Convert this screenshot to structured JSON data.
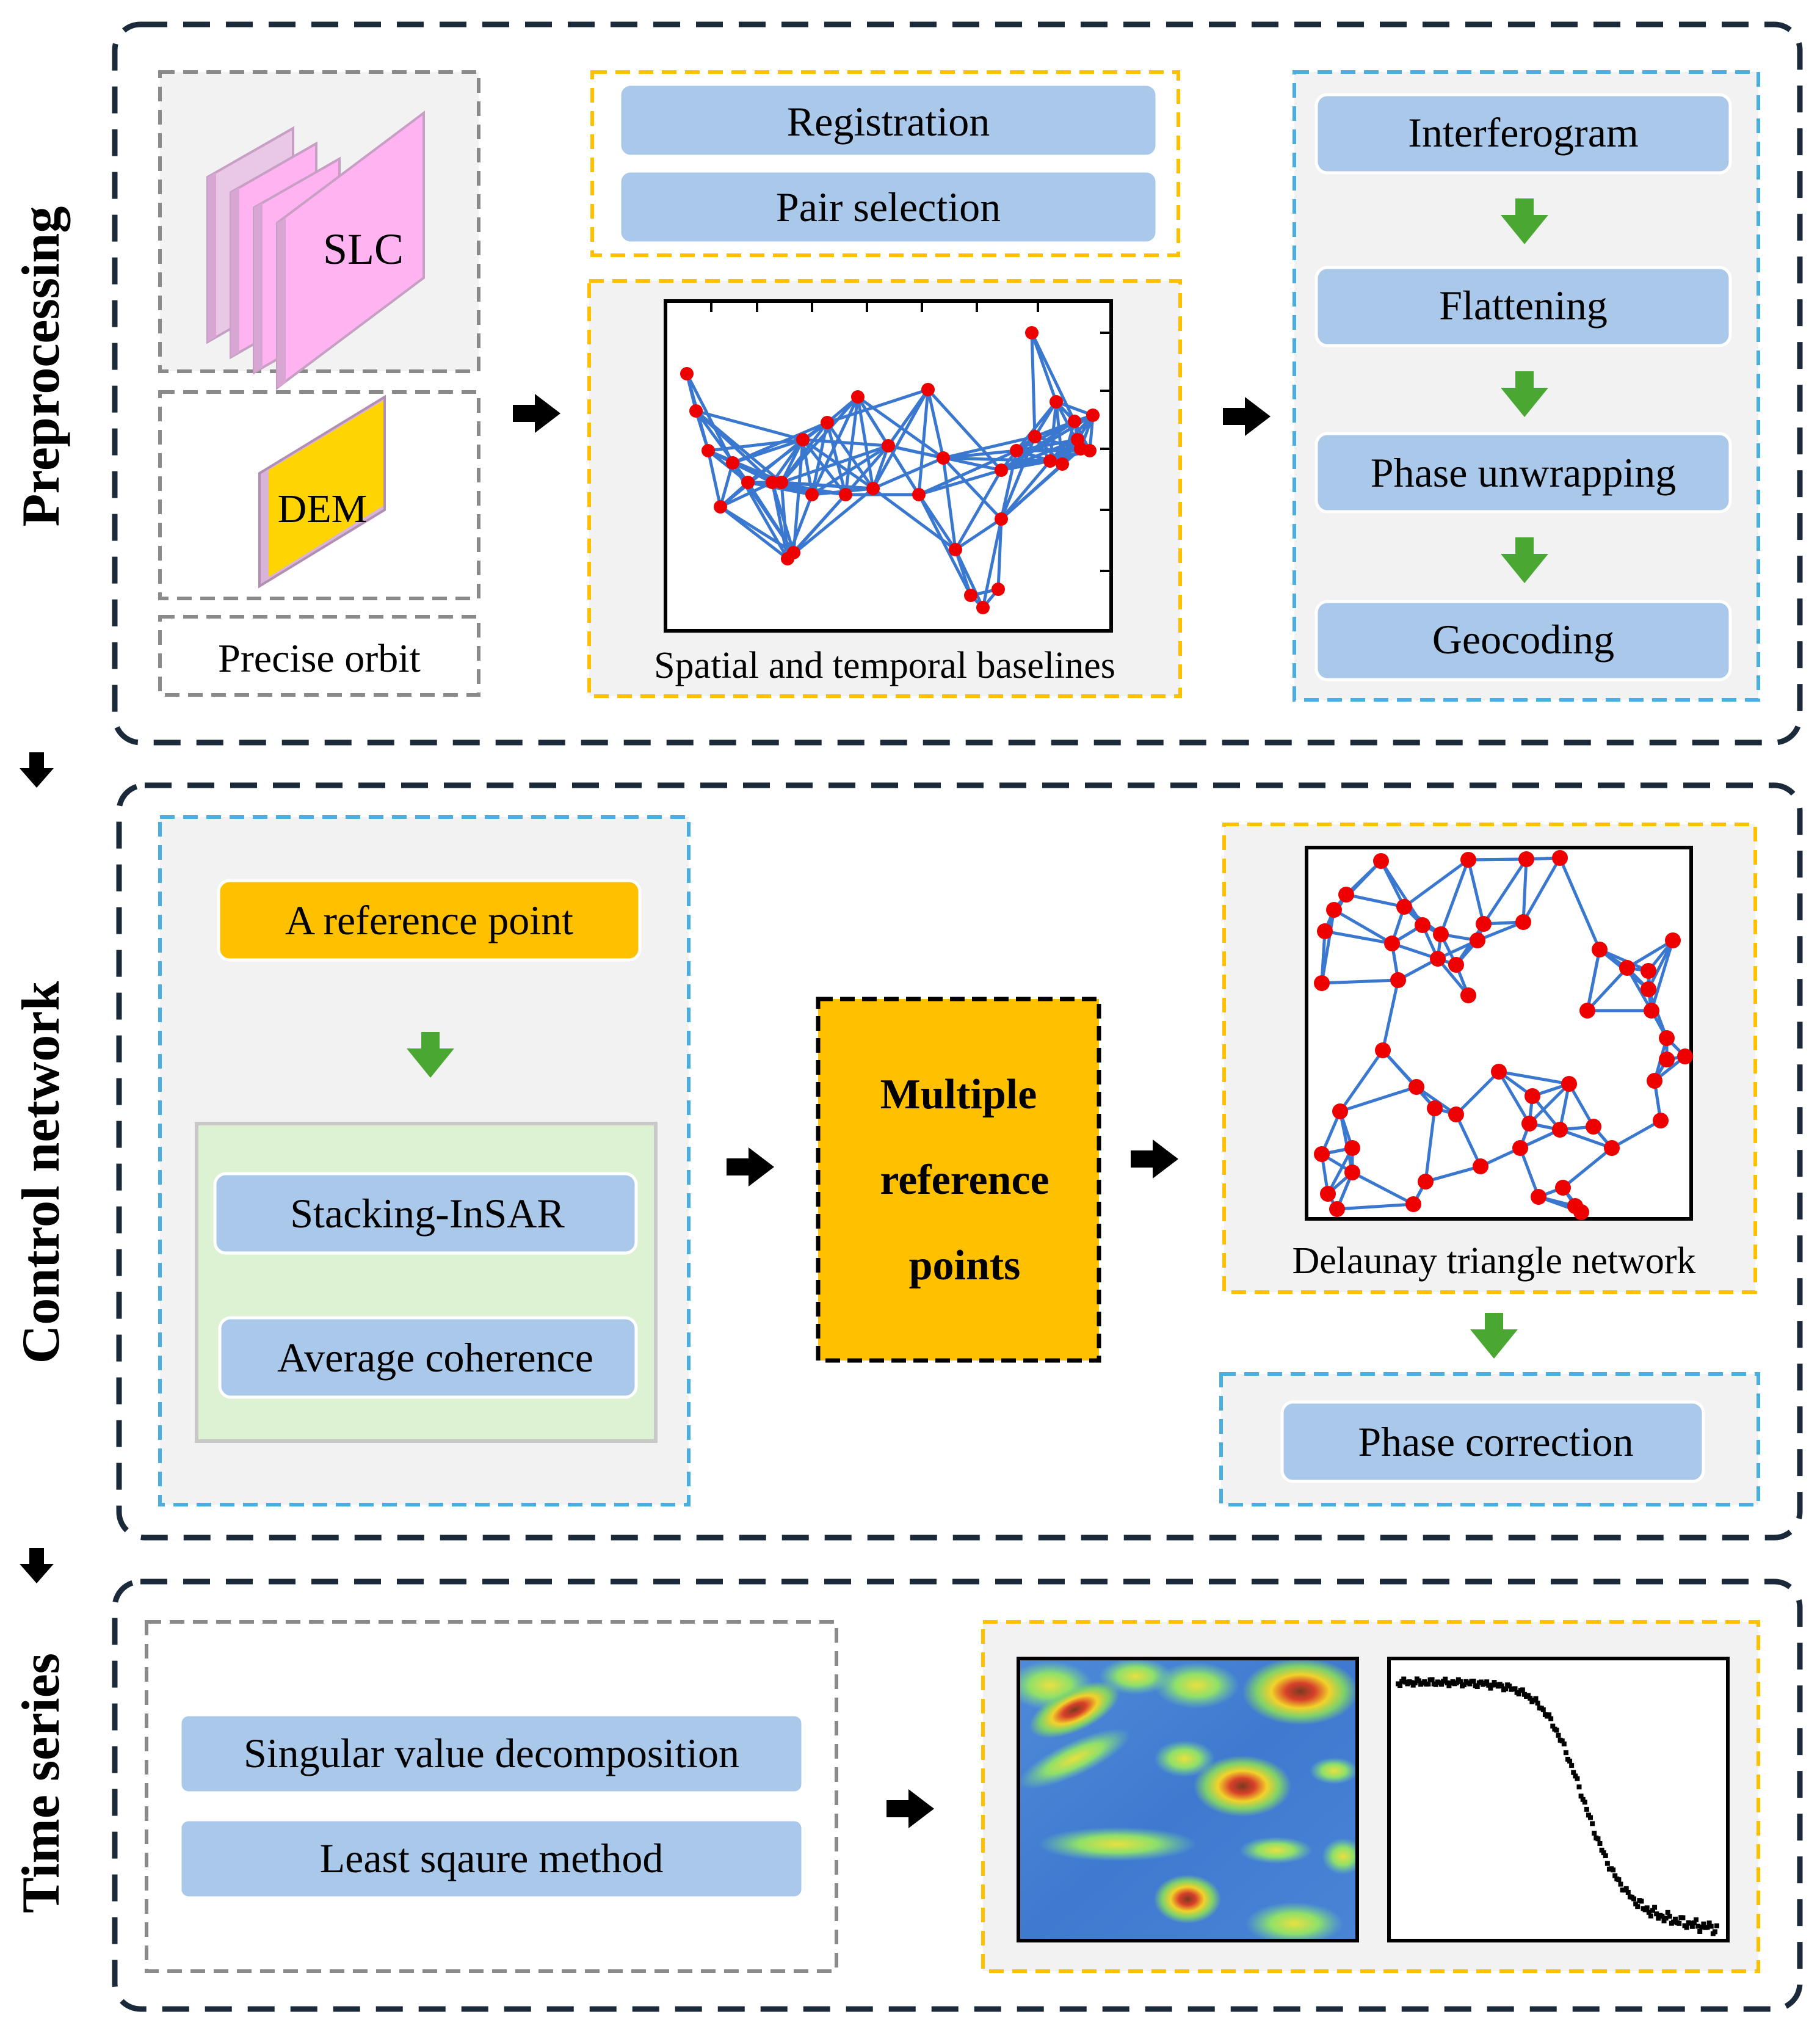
{
  "sections": {
    "preprocessing": "Preprocessing",
    "control_network": "Control network",
    "time_series": "Time series"
  },
  "inputs": {
    "slc": "SLC",
    "dem": "DEM",
    "precise_orbit": "Precise orbit"
  },
  "preprocessing": {
    "registration": "Registration",
    "pair_selection": "Pair selection",
    "baseline_caption": "Spatial and temporal baselines",
    "steps": [
      "Interferogram",
      "Flattening",
      "Phase unwrapping",
      "Geocoding"
    ]
  },
  "control_network": {
    "reference_point": "A reference point",
    "stacking": "Stacking-InSAR",
    "coherence": "Average coherence",
    "multiple_ref": [
      "Multiple",
      "reference",
      "points"
    ],
    "delaunay_caption": "Delaunay triangle network",
    "phase_correction": "Phase correction"
  },
  "time_series": {
    "svd": "Singular value decomposition",
    "lsq": "Least sqaure method"
  },
  "colors": {
    "frame": "#1b2a3a",
    "step_box": "#a9c8ea",
    "orange_dash": "#ffc000",
    "blue_dash": "#4aaee0",
    "gray_dash": "#8a8a8a",
    "panel_bg": "#f2f2f2",
    "green_box": "#dcf2d3",
    "orange_fill": "#ffc000",
    "slc_pink": "#ffb3f0",
    "dem_yellow": "#ffd400",
    "network_line": "#3a78d0",
    "node_red": "#ee0000",
    "arrow_green": "#4aa832",
    "arrow_black": "#000000"
  },
  "icons": {
    "flow_arrow": "black-right-arrow-icon",
    "down_arrow": "black-down-arrow-icon",
    "step_arrow": "green-down-arrow-icon"
  }
}
